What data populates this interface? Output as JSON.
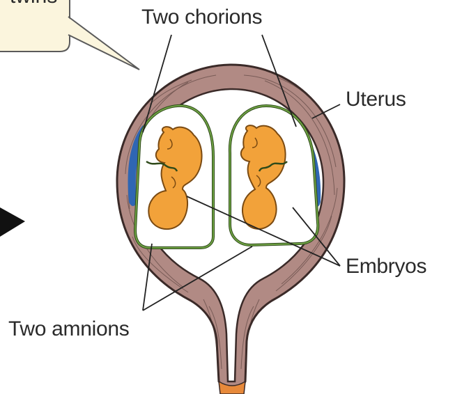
{
  "callout": {
    "text": "twins"
  },
  "labels": {
    "two_chorions": "Two chorions",
    "uterus": "Uterus",
    "embryos": "Embryos",
    "two_amnions": "Two amnions"
  },
  "colors": {
    "uterus_wall": "#b18a84",
    "uterus_wall_stroke": "#3a2a28",
    "amnion_membrane": "#5f8f3a",
    "chorion_blue": "#2f66b3",
    "embryo": "#f2a23a",
    "embryo_outline": "#7a4a12",
    "callout_fill": "#fbf5dd",
    "cervix_plug": "#e7893a",
    "leader_line": "#222222"
  }
}
